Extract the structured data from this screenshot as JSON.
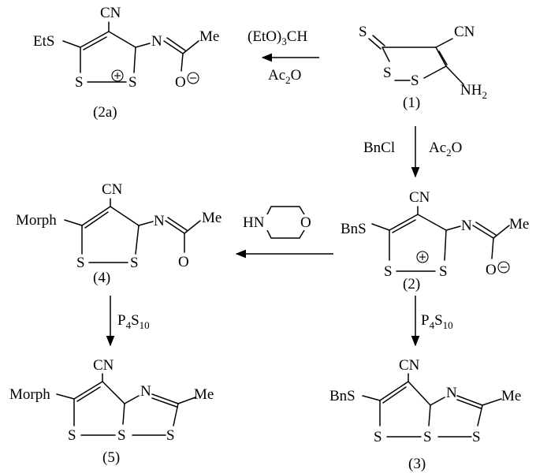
{
  "compounds": {
    "c1": {
      "label": "(1)",
      "s_exo": "S",
      "s1": "S",
      "s2": "S",
      "cn": "CN",
      "nh2": "NH",
      "nh2_sub": "2"
    },
    "c2a": {
      "label": "(2a)",
      "subst": "EtS",
      "cn": "CN",
      "s1": "S",
      "s2": "S",
      "n": "N",
      "me": "Me",
      "o": "O"
    },
    "c2": {
      "label": "(2)",
      "subst": "BnS",
      "cn": "CN",
      "s1": "S",
      "s2": "S",
      "n": "N",
      "me": "Me",
      "o": "O"
    },
    "c4": {
      "label": "(4)",
      "subst": "Morph",
      "cn": "CN",
      "s1": "S",
      "s2": "S",
      "n": "N",
      "me": "Me",
      "o": "O"
    },
    "c5": {
      "label": "(5)",
      "subst": "Morph",
      "cn": "CN",
      "s1": "S",
      "s2": "S",
      "s3": "S",
      "n": "N",
      "me": "Me"
    },
    "c3": {
      "label": "(3)",
      "subst": "BnS",
      "cn": "CN",
      "s1": "S",
      "s2": "S",
      "s3": "S",
      "n": "N",
      "me": "Me"
    },
    "morpholine": {
      "hn": "HN",
      "o": "O"
    }
  },
  "reagents": {
    "r1a": "(EtO)",
    "r1a_sub": "3",
    "r1b": "CH",
    "r2a": "Ac",
    "r2a_sub": "2",
    "r2b": "O",
    "r3": "BnCl",
    "r4a": "Ac",
    "r4a_sub": "2",
    "r4b": "O",
    "r5a": "P",
    "r5a_sub1": "4",
    "r5b": "S",
    "r5a_sub2": "10",
    "r6a": "P",
    "r6a_sub1": "4",
    "r6b": "S",
    "r6a_sub2": "10"
  }
}
